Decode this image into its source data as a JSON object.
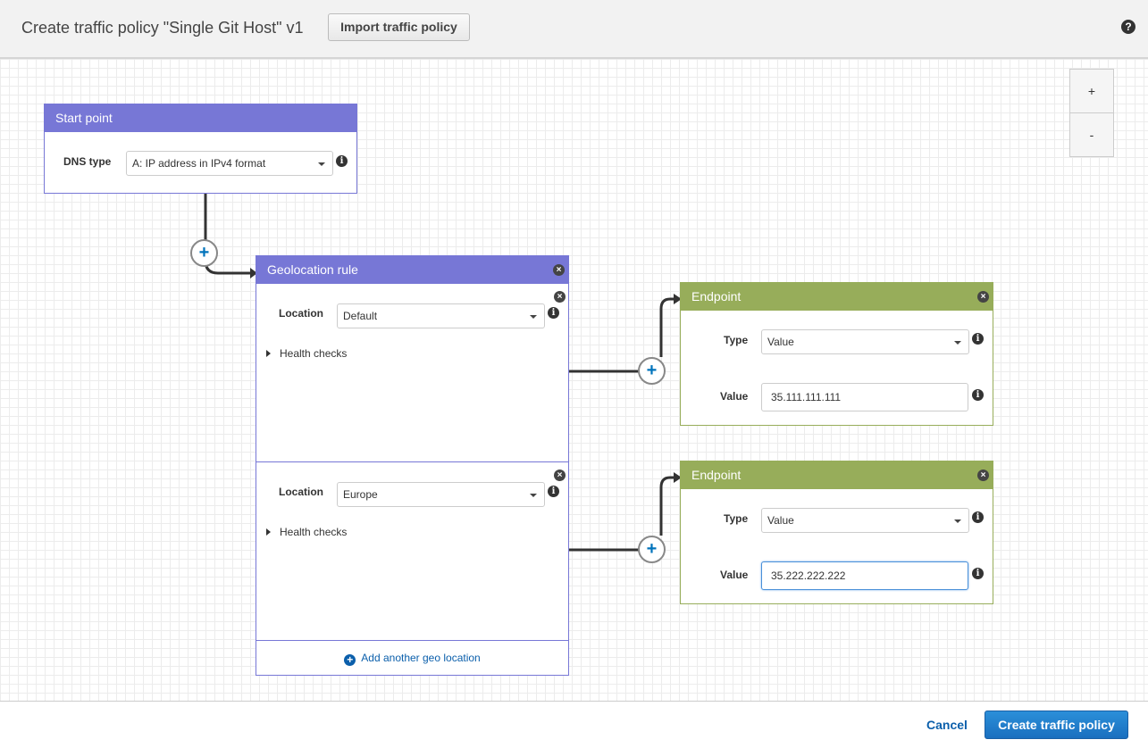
{
  "header": {
    "title": "Create traffic policy \"Single Git Host\" v1",
    "import_label": "Import traffic policy",
    "help_icon": "?"
  },
  "zoom": {
    "in": "+",
    "out": "-"
  },
  "start": {
    "title": "Start point",
    "dns_label": "DNS type",
    "dns_value": "A: IP address in IPv4 format"
  },
  "geo": {
    "title": "Geolocation rule",
    "rules": [
      {
        "location_label": "Location",
        "location": "Default",
        "health": "Health checks"
      },
      {
        "location_label": "Location",
        "location": "Europe",
        "health": "Health checks"
      }
    ],
    "add_label": "Add another geo location"
  },
  "endpoints": [
    {
      "title": "Endpoint",
      "type_label": "Type",
      "type": "Value",
      "value_label": "Value",
      "value": "35.111.111.111"
    },
    {
      "title": "Endpoint",
      "type_label": "Type",
      "type": "Value",
      "value_label": "Value",
      "value": "35.222.222.222"
    }
  ],
  "footer": {
    "cancel": "Cancel",
    "create": "Create traffic policy"
  },
  "colors": {
    "rule_header": "#7777d6",
    "endpoint_header": "#97ad5a",
    "primary": "#1a6fbf"
  }
}
